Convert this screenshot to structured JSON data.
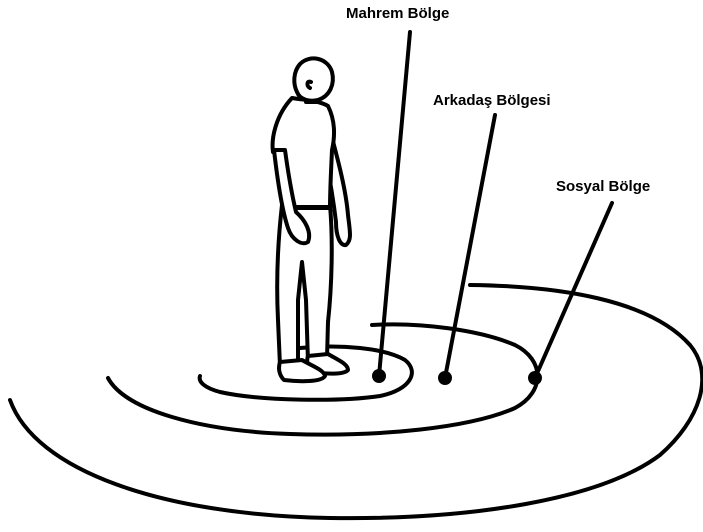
{
  "labels": {
    "intimate_zone": "Mahrem Bölge",
    "friend_zone": "Arkadaş Bölgesi",
    "social_zone": "Sosyal Bölge"
  },
  "colors": {
    "line": "#000000",
    "background": "#ffffff",
    "figure_fill": "#ffffff"
  }
}
